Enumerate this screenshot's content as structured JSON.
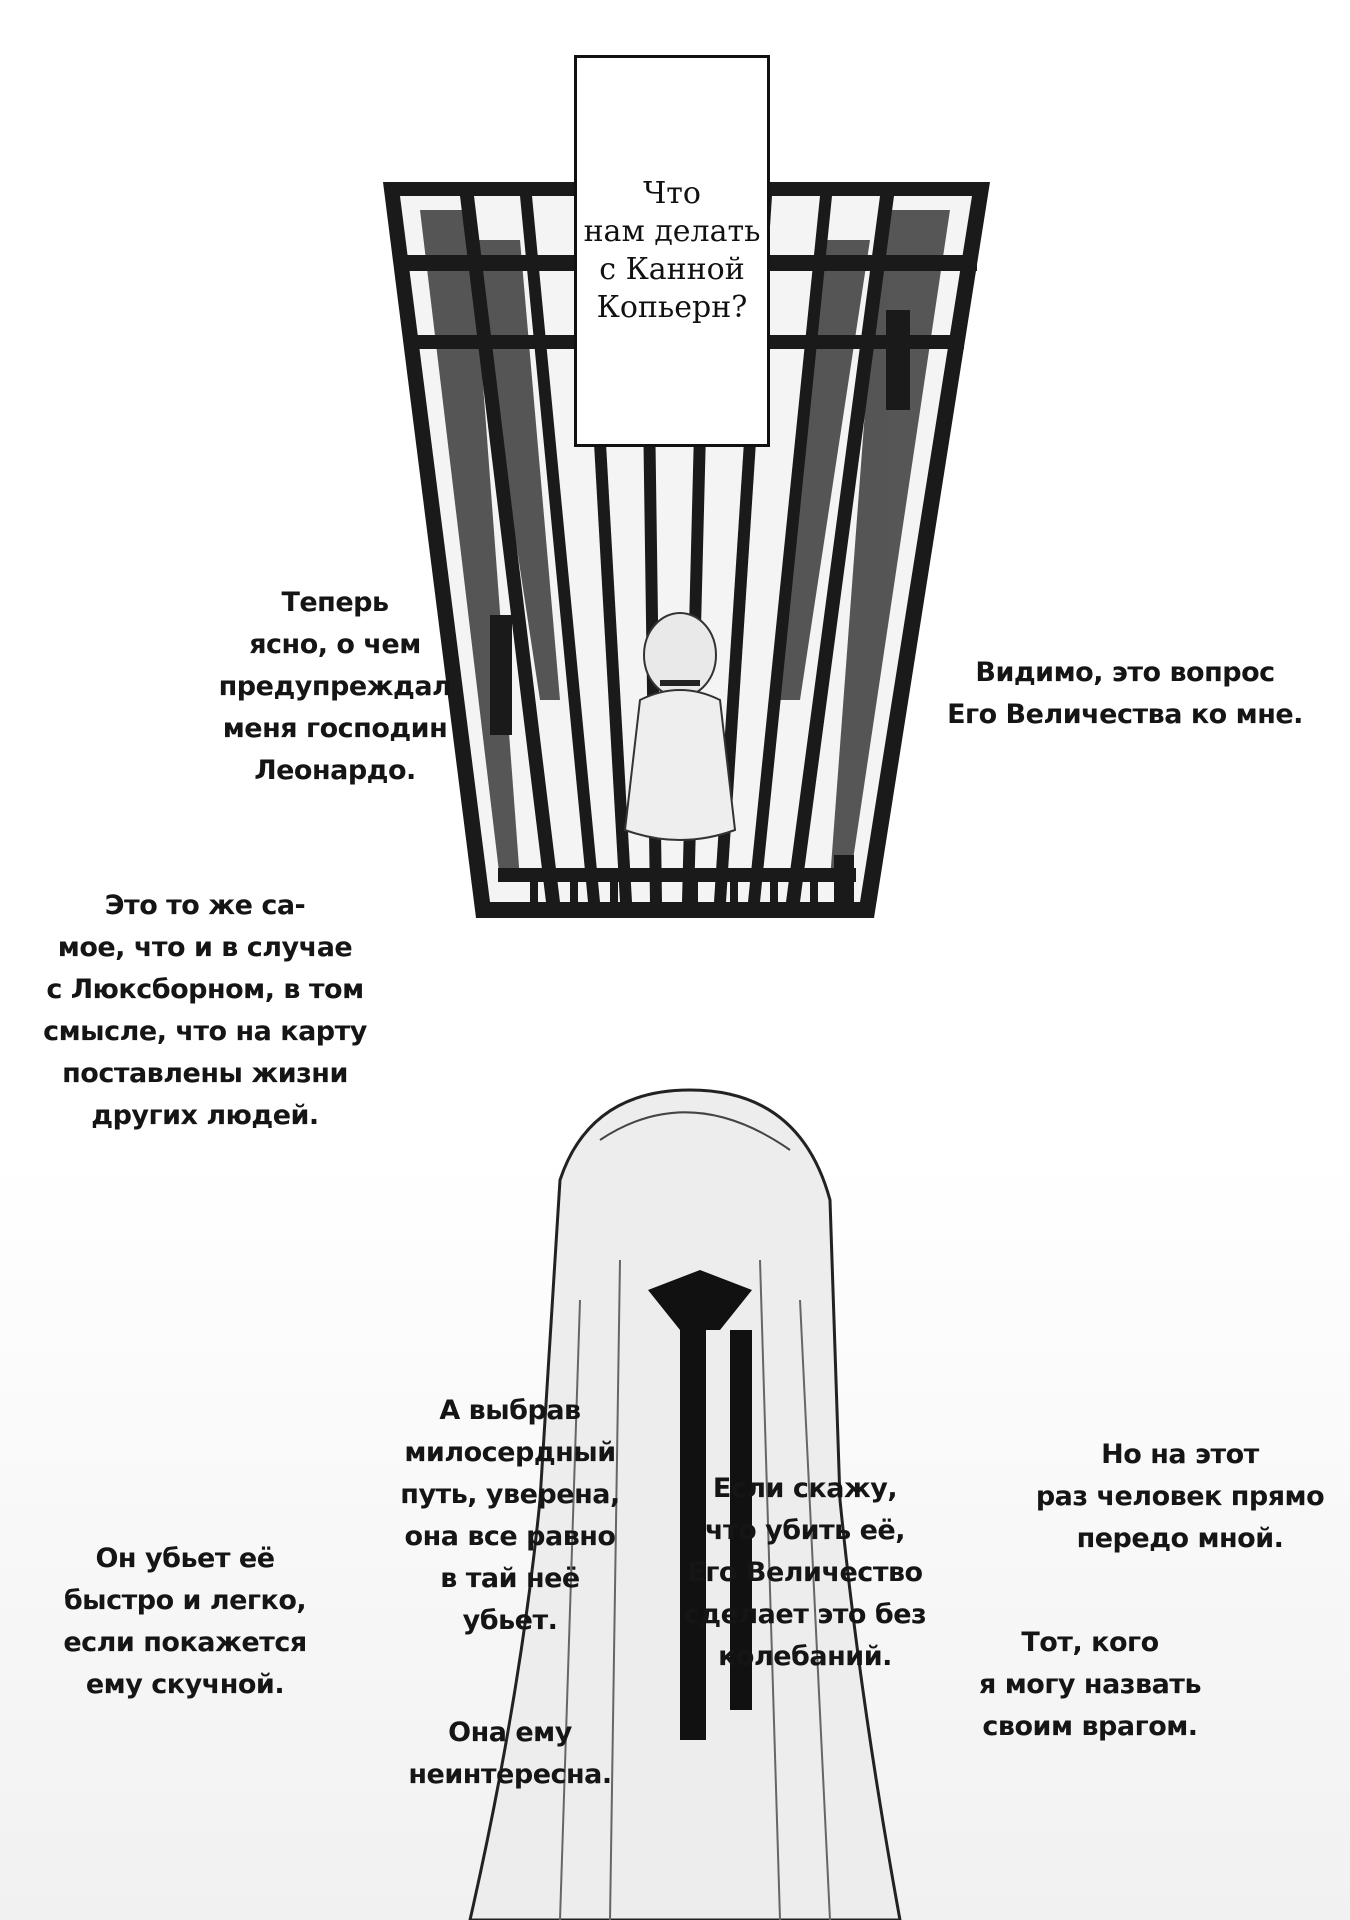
{
  "narration_box": {
    "text": "Что\nнам делать\nс Канной\nКопьерн?"
  },
  "captions": {
    "leonardo": "Теперь\nясно, о чем\nпредупреждал\nменя господин\nЛеонардо.",
    "majesty_question": "Видимо, это вопрос\nЕго Величества ко мне.",
    "same_as_luxborn": "Это то же са-\nмое, что и в случае\nс Люксборном, в том\nсмысле, что на карту\nпоставлены жизни\nдругих людей.",
    "kills_quickly": "Он убьет её\nбыстро и легко,\nесли покажется\nему скучной.",
    "merciful_path": "А выбрав\nмилосердный\nпуть, уверена,\nона все равно\nв тай неё\nубьет.",
    "not_interesting": "Она ему\nнеинтересна.",
    "if_i_say": "Если скажу,\nчто убить её,\nЕго Величество\nсделает это без\nколебаний.",
    "this_time": "Но на этот\nраз человек прямо\nпередо мной.",
    "enemy": "Тот, кого\nя могу назвать\nсвоим врагом."
  }
}
